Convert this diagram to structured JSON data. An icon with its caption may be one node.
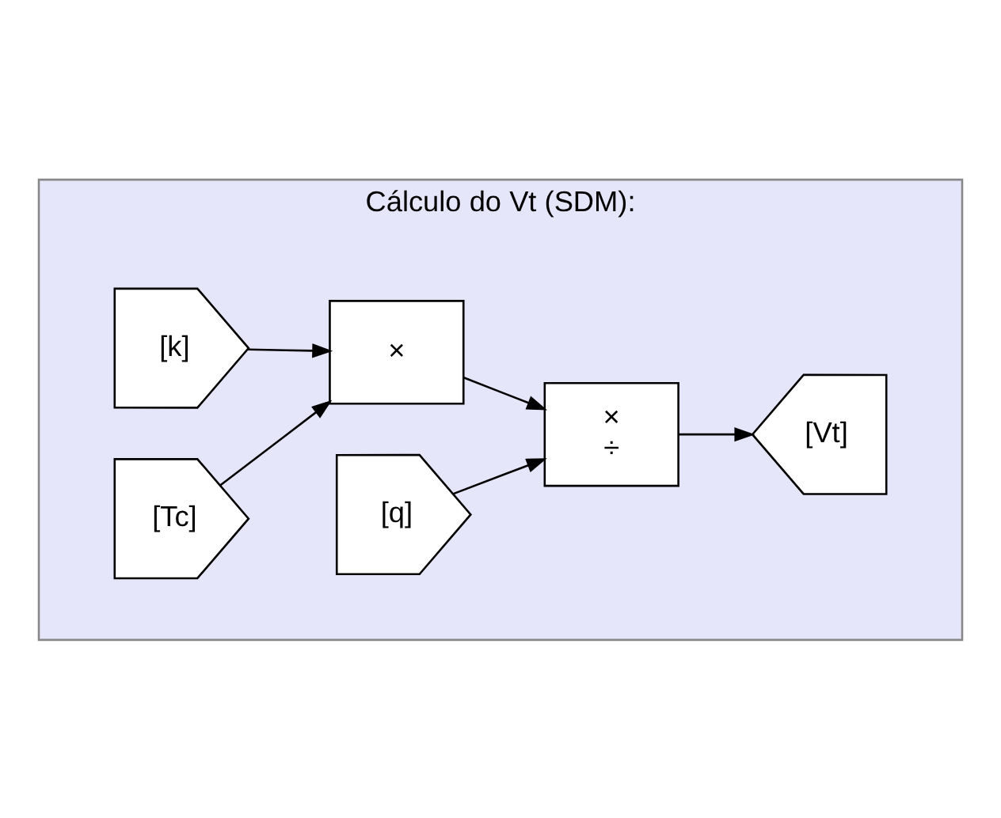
{
  "diagram": {
    "nodes": [
      {
        "text": [
          "Cálculo do Vt (SDM):"
        ]
      },
      {
        "text": [
          "[k]"
        ],
        "in": 0
      },
      {
        "text": [
          "[Tc]"
        ],
        "in": 0
      },
      {
        "text": [
          "[q]"
        ],
        "in": 0
      },
      {
        "text": [
          "×"
        ],
        "in": 0
      },
      {
        "text": [
          "×",
          "÷"
        ],
        "in": 0
      },
      {
        "text": [
          "[Vt]"
        ],
        "in": 0
      }
    ],
    "edges": [
      {
        "from": 1,
        "to": 4,
        "arrow": "to"
      },
      {
        "from": 2,
        "to": 4,
        "arrow": "to"
      },
      {
        "from": 4,
        "to": 5,
        "arrow": "to"
      },
      {
        "from": 3,
        "to": 5,
        "arrow": "to"
      },
      {
        "from": 5,
        "to": 6,
        "arrow": "to"
      }
    ]
  }
}
